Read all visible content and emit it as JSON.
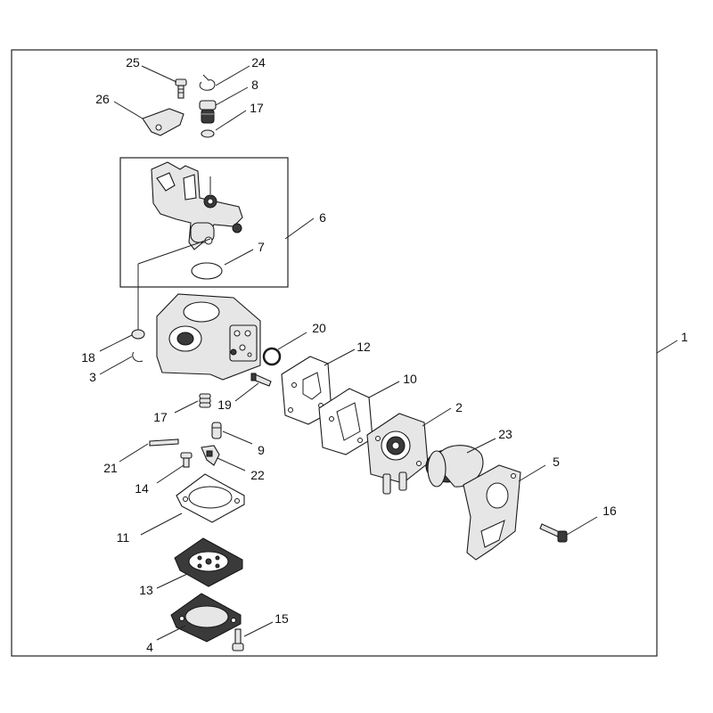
{
  "callouts": [
    {
      "id": "c1",
      "text": "1"
    },
    {
      "id": "c2",
      "text": "2"
    },
    {
      "id": "c3",
      "text": "3"
    },
    {
      "id": "c4",
      "text": "4"
    },
    {
      "id": "c5",
      "text": "5"
    },
    {
      "id": "c6",
      "text": "6"
    },
    {
      "id": "c7",
      "text": "7"
    },
    {
      "id": "c8",
      "text": "8"
    },
    {
      "id": "c9",
      "text": "9"
    },
    {
      "id": "c10",
      "text": "10"
    },
    {
      "id": "c11",
      "text": "11"
    },
    {
      "id": "c12",
      "text": "12"
    },
    {
      "id": "c13",
      "text": "13"
    },
    {
      "id": "c14",
      "text": "14"
    },
    {
      "id": "c15",
      "text": "15"
    },
    {
      "id": "c16",
      "text": "16"
    },
    {
      "id": "c17a",
      "text": "17"
    },
    {
      "id": "c17b",
      "text": "17"
    },
    {
      "id": "c18",
      "text": "18"
    },
    {
      "id": "c19",
      "text": "19"
    },
    {
      "id": "c20",
      "text": "20"
    },
    {
      "id": "c21",
      "text": "21"
    },
    {
      "id": "c22",
      "text": "22"
    },
    {
      "id": "c23",
      "text": "23"
    },
    {
      "id": "c24",
      "text": "24"
    },
    {
      "id": "c25",
      "text": "25"
    },
    {
      "id": "c26",
      "text": "26"
    }
  ]
}
